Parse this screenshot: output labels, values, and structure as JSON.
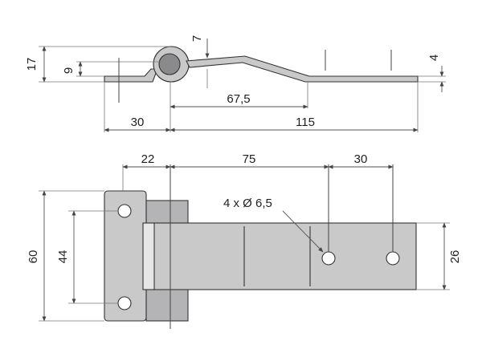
{
  "diagram": {
    "side_view": {
      "dimensions": {
        "total_height": "17",
        "leaf_offset": "9",
        "pin_gap": "7",
        "thickness": "4",
        "bend_position": "67,5",
        "hinge_to_pin": "30",
        "leaf_length": "115"
      }
    },
    "top_view": {
      "dimensions": {
        "hole_to_pin": "22",
        "pin_to_hole": "75",
        "hole_spacing": "30",
        "plate_height": "60",
        "hole_vertical_spacing": "44",
        "strap_width": "26"
      },
      "hole_callout": "4 x Ø 6,5"
    },
    "colors": {
      "metal": "#c9c9ca",
      "metal_dark": "#b4b4b6",
      "pin": "#8a8a8c",
      "line": "#333333"
    }
  }
}
